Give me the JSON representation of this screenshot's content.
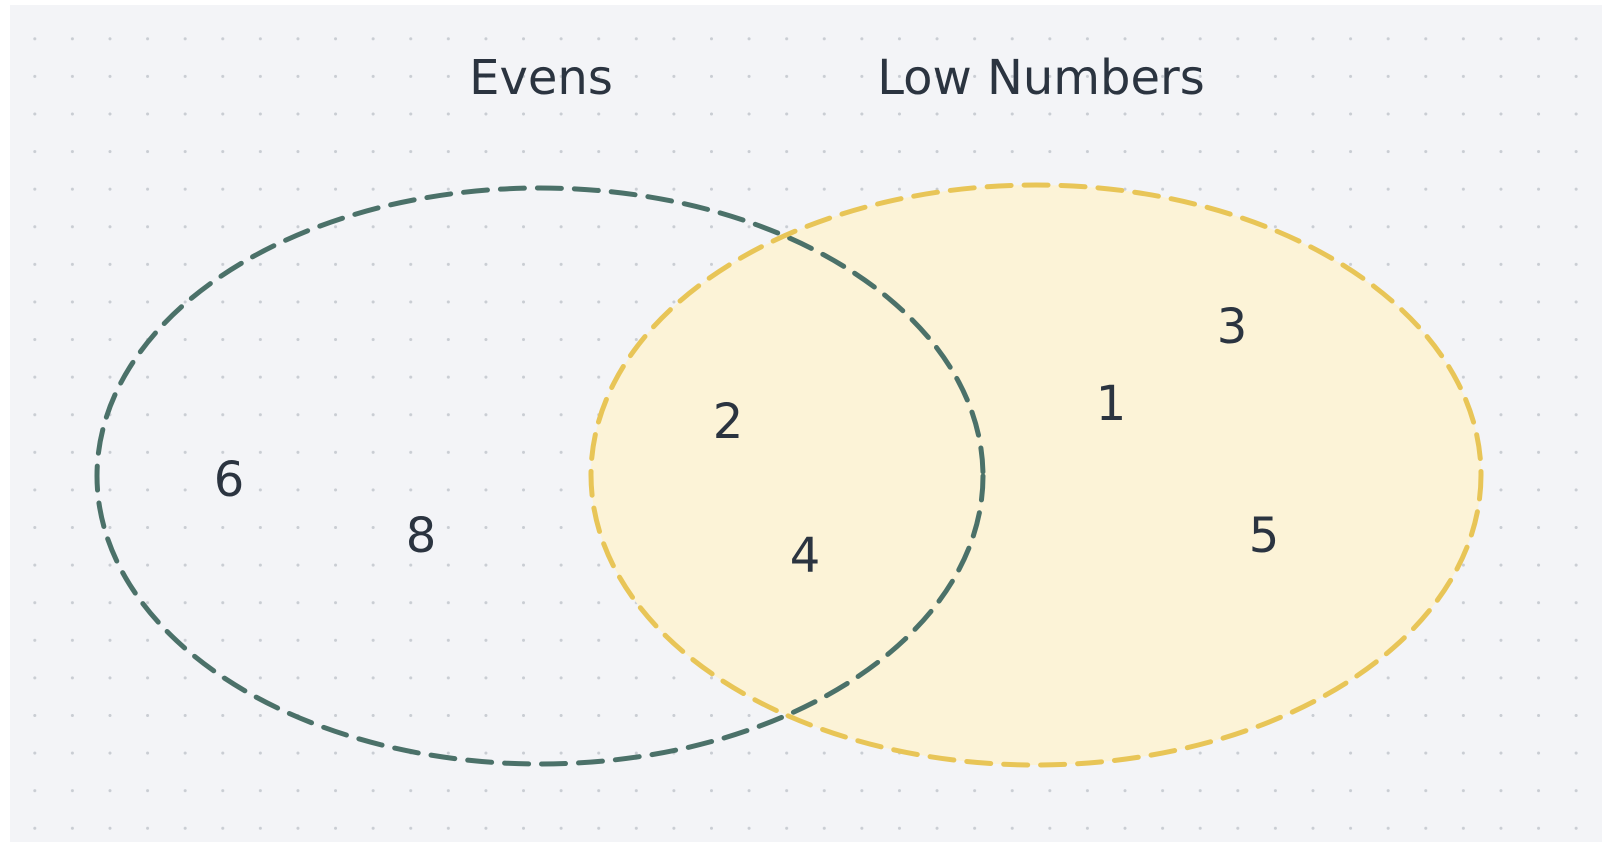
{
  "colors": {
    "canvas_background": "#f3f4f7",
    "grid_dot": "#c9cdd3",
    "evens_stroke": "#4b7169",
    "low_numbers_stroke": "#e8c557",
    "low_numbers_fill": "#fcf3d7",
    "text": "#2b3440"
  },
  "sets": {
    "evens": {
      "title": "Evens",
      "members": [
        "6",
        "8"
      ]
    },
    "low_numbers": {
      "title": "Low Numbers",
      "members": [
        "1",
        "3",
        "5"
      ]
    },
    "intersection": {
      "members": [
        "2",
        "4"
      ]
    }
  }
}
